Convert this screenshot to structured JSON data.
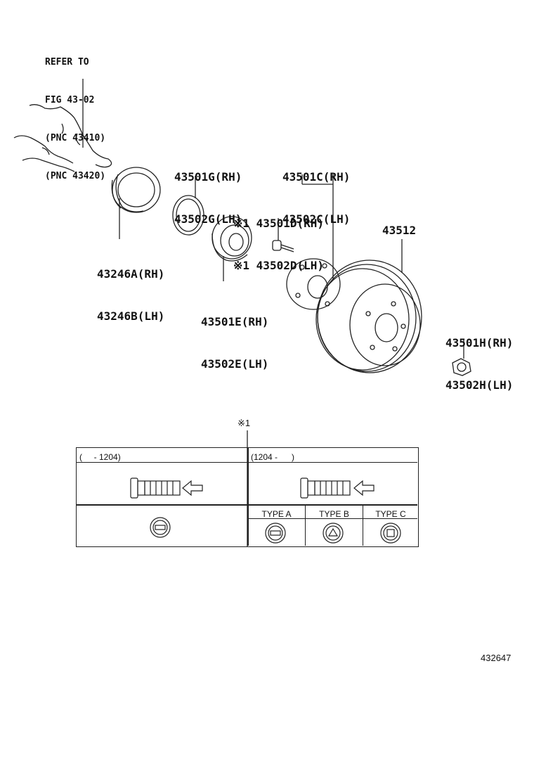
{
  "refer": {
    "line1": "REFER TO",
    "line2": "FIG 43-02",
    "line3": "(PNC 43410)",
    "line4": "(PNC 43420)"
  },
  "parts": {
    "seal": [
      "43246A(RH)",
      "43246B(LH)"
    ],
    "snap_ring": [
      "43501G(RH)",
      "43502G(LH)"
    ],
    "hub_c": [
      "43501C(RH)",
      "43502C(LH)"
    ],
    "bolt_d": [
      "※1 43501D(RH)",
      "※1 43502D(LH)"
    ],
    "bearing_e": [
      "43501E(RH)",
      "43502E(LH)"
    ],
    "disc": "43512",
    "nut_h": [
      "43501H(RH)",
      "43502H(LH)"
    ]
  },
  "note_marker": "※1",
  "table": {
    "left_header": "(     - 1204)",
    "right_header": "(1204 -      )",
    "types": [
      "TYPE A",
      "TYPE B",
      "TYPE C"
    ]
  },
  "figure_number": "432647"
}
